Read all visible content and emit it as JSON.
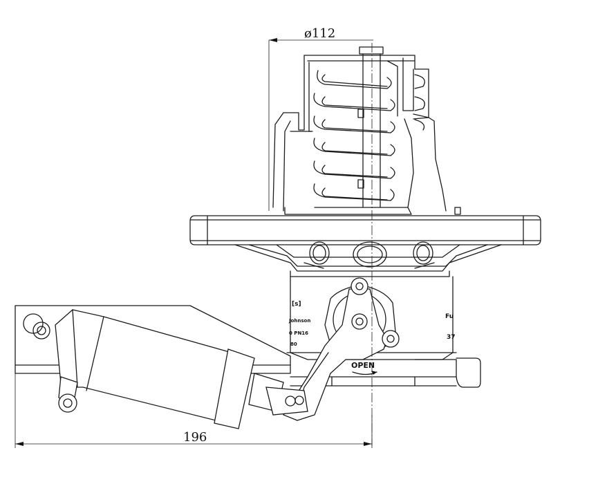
{
  "dimensions": {
    "diameter": "ø112",
    "length": "196"
  },
  "labels": {
    "open": "OPEN",
    "plate_text_1": "[s]",
    "plate_text_2": "Johnson",
    "plate_text_3": "0 PN16",
    "plate_text_4": "80",
    "side_text_1": "Fu",
    "side_text_2": "37"
  },
  "colors": {
    "line": "#1a1a1a",
    "background": "#ffffff"
  }
}
